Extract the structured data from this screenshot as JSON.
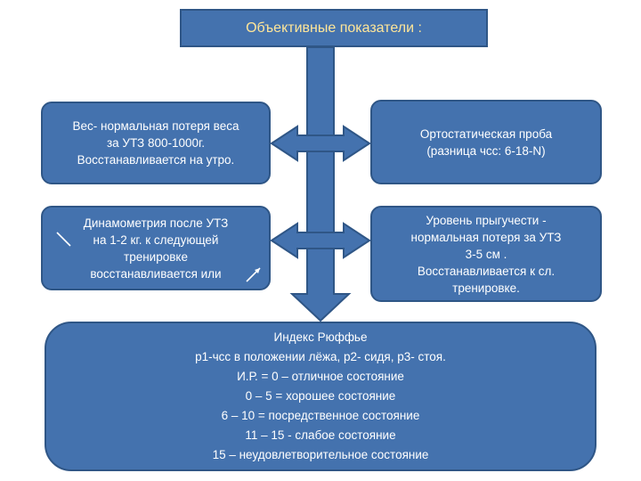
{
  "title": "Объективные показатели :",
  "weight_box": {
    "lines": [
      "Вес- нормальная потеря веса",
      "за УТЗ 800-1000г.",
      "Восстанавливается на утро."
    ]
  },
  "ortho_box": {
    "lines": [
      "Ортостатическая проба",
      "(разница чсс: 6-18-N)"
    ]
  },
  "dyn_box": {
    "lines": [
      "Динамометрия после УТЗ",
      "на 1-2 кг. к следующей",
      "тренировке",
      "восстанавливается или"
    ]
  },
  "jump_box": {
    "lines": [
      "Уровень прыгучести -",
      "нормальная потеря за УТЗ",
      "3-5 см .",
      "Восстанавливается к сл.",
      "тренировке."
    ]
  },
  "ruffier_box": {
    "lines": [
      "Индекс Рюффье",
      "р1-чсс в положении лёжа, р2- сидя, р3- стоя.",
      "И.Р. = 0 – отличное состояние",
      "0 – 5 = хорошее состояние",
      "6 – 10 = посредственное состояние",
      "11 – 15  - слабое состояние",
      "15 – неудовлетворительное состояние"
    ]
  },
  "colors": {
    "box_fill": "#4472ae",
    "box_border": "#2f5686",
    "title_text": "#ffe699",
    "body_text": "#ffffff"
  }
}
